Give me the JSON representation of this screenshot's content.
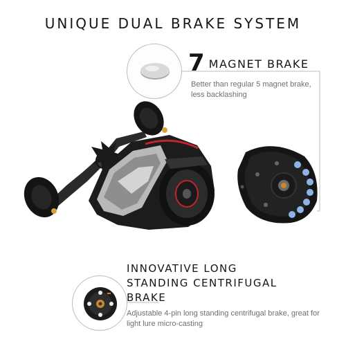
{
  "headline": "UNIQUE DUAL BRAKE SYSTEM",
  "magnet_brake": {
    "number": "7",
    "title": "MAGNET BRAKE",
    "description": "Better than regular 5 magnet brake, less backlashing"
  },
  "centrifugal_brake": {
    "title_lines": [
      "INNOVATIVE LONG",
      "STANDING CENTRIFUGAL",
      "BRAKE"
    ],
    "description": "Adjustable 4-pin long standing centrifugal brake, great for light lure micro-casting"
  },
  "colors": {
    "reel_body": "#1c1c1c",
    "reel_silver": "#b9b9b9",
    "accent_red": "#c0252d",
    "magnet_blue": "#8fb3e6",
    "gold": "#d8a23a"
  }
}
